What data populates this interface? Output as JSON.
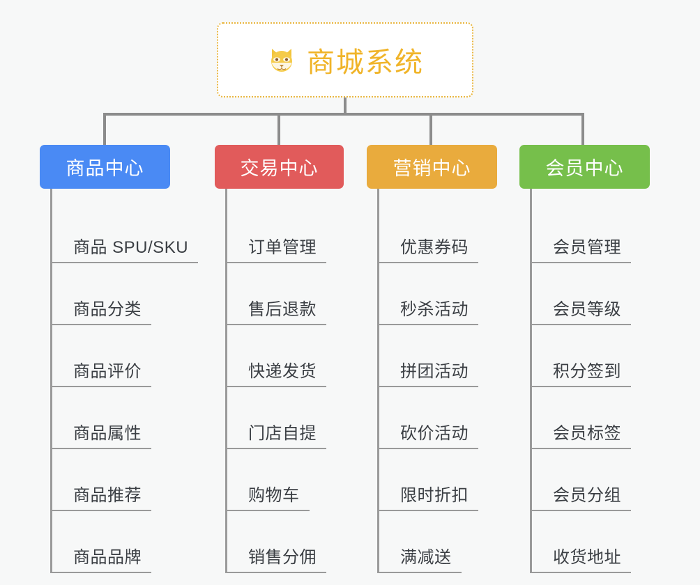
{
  "diagram": {
    "type": "mindmap",
    "background_color": "#f7f8f8",
    "connector_color": "#8c8c8c",
    "root": {
      "icon": "shiba-dog-face-emoji",
      "title": "商城系统",
      "title_color": "#f0b429",
      "border_color": "#e9b63f",
      "background_color": "#ffffff"
    },
    "categories": [
      {
        "label": "商品中心",
        "color": "#4a8af4",
        "items": [
          "商品 SPU/SKU",
          "商品分类",
          "商品评价",
          "商品属性",
          "商品推荐",
          "商品品牌"
        ]
      },
      {
        "label": "交易中心",
        "color": "#e15b5b",
        "items": [
          "订单管理",
          "售后退款",
          "快递发货",
          "门店自提",
          "购物车",
          "销售分佣"
        ]
      },
      {
        "label": "营销中心",
        "color": "#e9ab3d",
        "items": [
          "优惠券码",
          "秒杀活动",
          "拼团活动",
          "砍价活动",
          "限时折扣",
          "满减送"
        ]
      },
      {
        "label": "会员中心",
        "color": "#76bf4b",
        "items": [
          "会员管理",
          "会员等级",
          "积分签到",
          "会员标签",
          "会员分组",
          "收货地址"
        ]
      }
    ]
  }
}
